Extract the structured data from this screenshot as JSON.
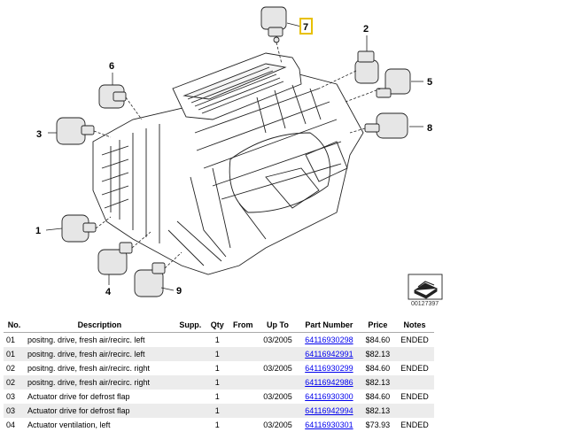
{
  "diagram": {
    "callouts": [
      "1",
      "2",
      "3",
      "4",
      "5",
      "6",
      "7",
      "8",
      "9"
    ],
    "highlight_callout": "7",
    "highlight_color": "#e8c000",
    "catalog_number": "00127397"
  },
  "table": {
    "headers": [
      "No.",
      "Description",
      "Supp.",
      "Qty",
      "From",
      "Up To",
      "Part Number",
      "Price",
      "Notes"
    ],
    "rows": [
      {
        "no": "01",
        "description": "positng. drive, fresh air/recirc. left",
        "supp": "",
        "qty": "1",
        "from": "",
        "upto": "03/2005",
        "part": "64116930298",
        "price": "$84.60",
        "notes": "ENDED"
      },
      {
        "no": "01",
        "description": "positng. drive, fresh air/recirc. left",
        "supp": "",
        "qty": "1",
        "from": "",
        "upto": "",
        "part": "64116942991",
        "price": "$82.13",
        "notes": ""
      },
      {
        "no": "02",
        "description": "positng. drive, fresh air/recirc. right",
        "supp": "",
        "qty": "1",
        "from": "",
        "upto": "03/2005",
        "part": "64116930299",
        "price": "$84.60",
        "notes": "ENDED"
      },
      {
        "no": "02",
        "description": "positng. drive, fresh air/recirc. right",
        "supp": "",
        "qty": "1",
        "from": "",
        "upto": "",
        "part": "64116942986",
        "price": "$82.13",
        "notes": ""
      },
      {
        "no": "03",
        "description": "Actuator drive for defrost flap",
        "supp": "",
        "qty": "1",
        "from": "",
        "upto": "03/2005",
        "part": "64116930300",
        "price": "$84.60",
        "notes": "ENDED"
      },
      {
        "no": "03",
        "description": "Actuator drive for defrost flap",
        "supp": "",
        "qty": "1",
        "from": "",
        "upto": "",
        "part": "64116942994",
        "price": "$82.13",
        "notes": ""
      },
      {
        "no": "04",
        "description": "Actuator ventilation, left",
        "supp": "",
        "qty": "1",
        "from": "",
        "upto": "03/2005",
        "part": "64116930301",
        "price": "$73.93",
        "notes": "ENDED"
      }
    ]
  }
}
